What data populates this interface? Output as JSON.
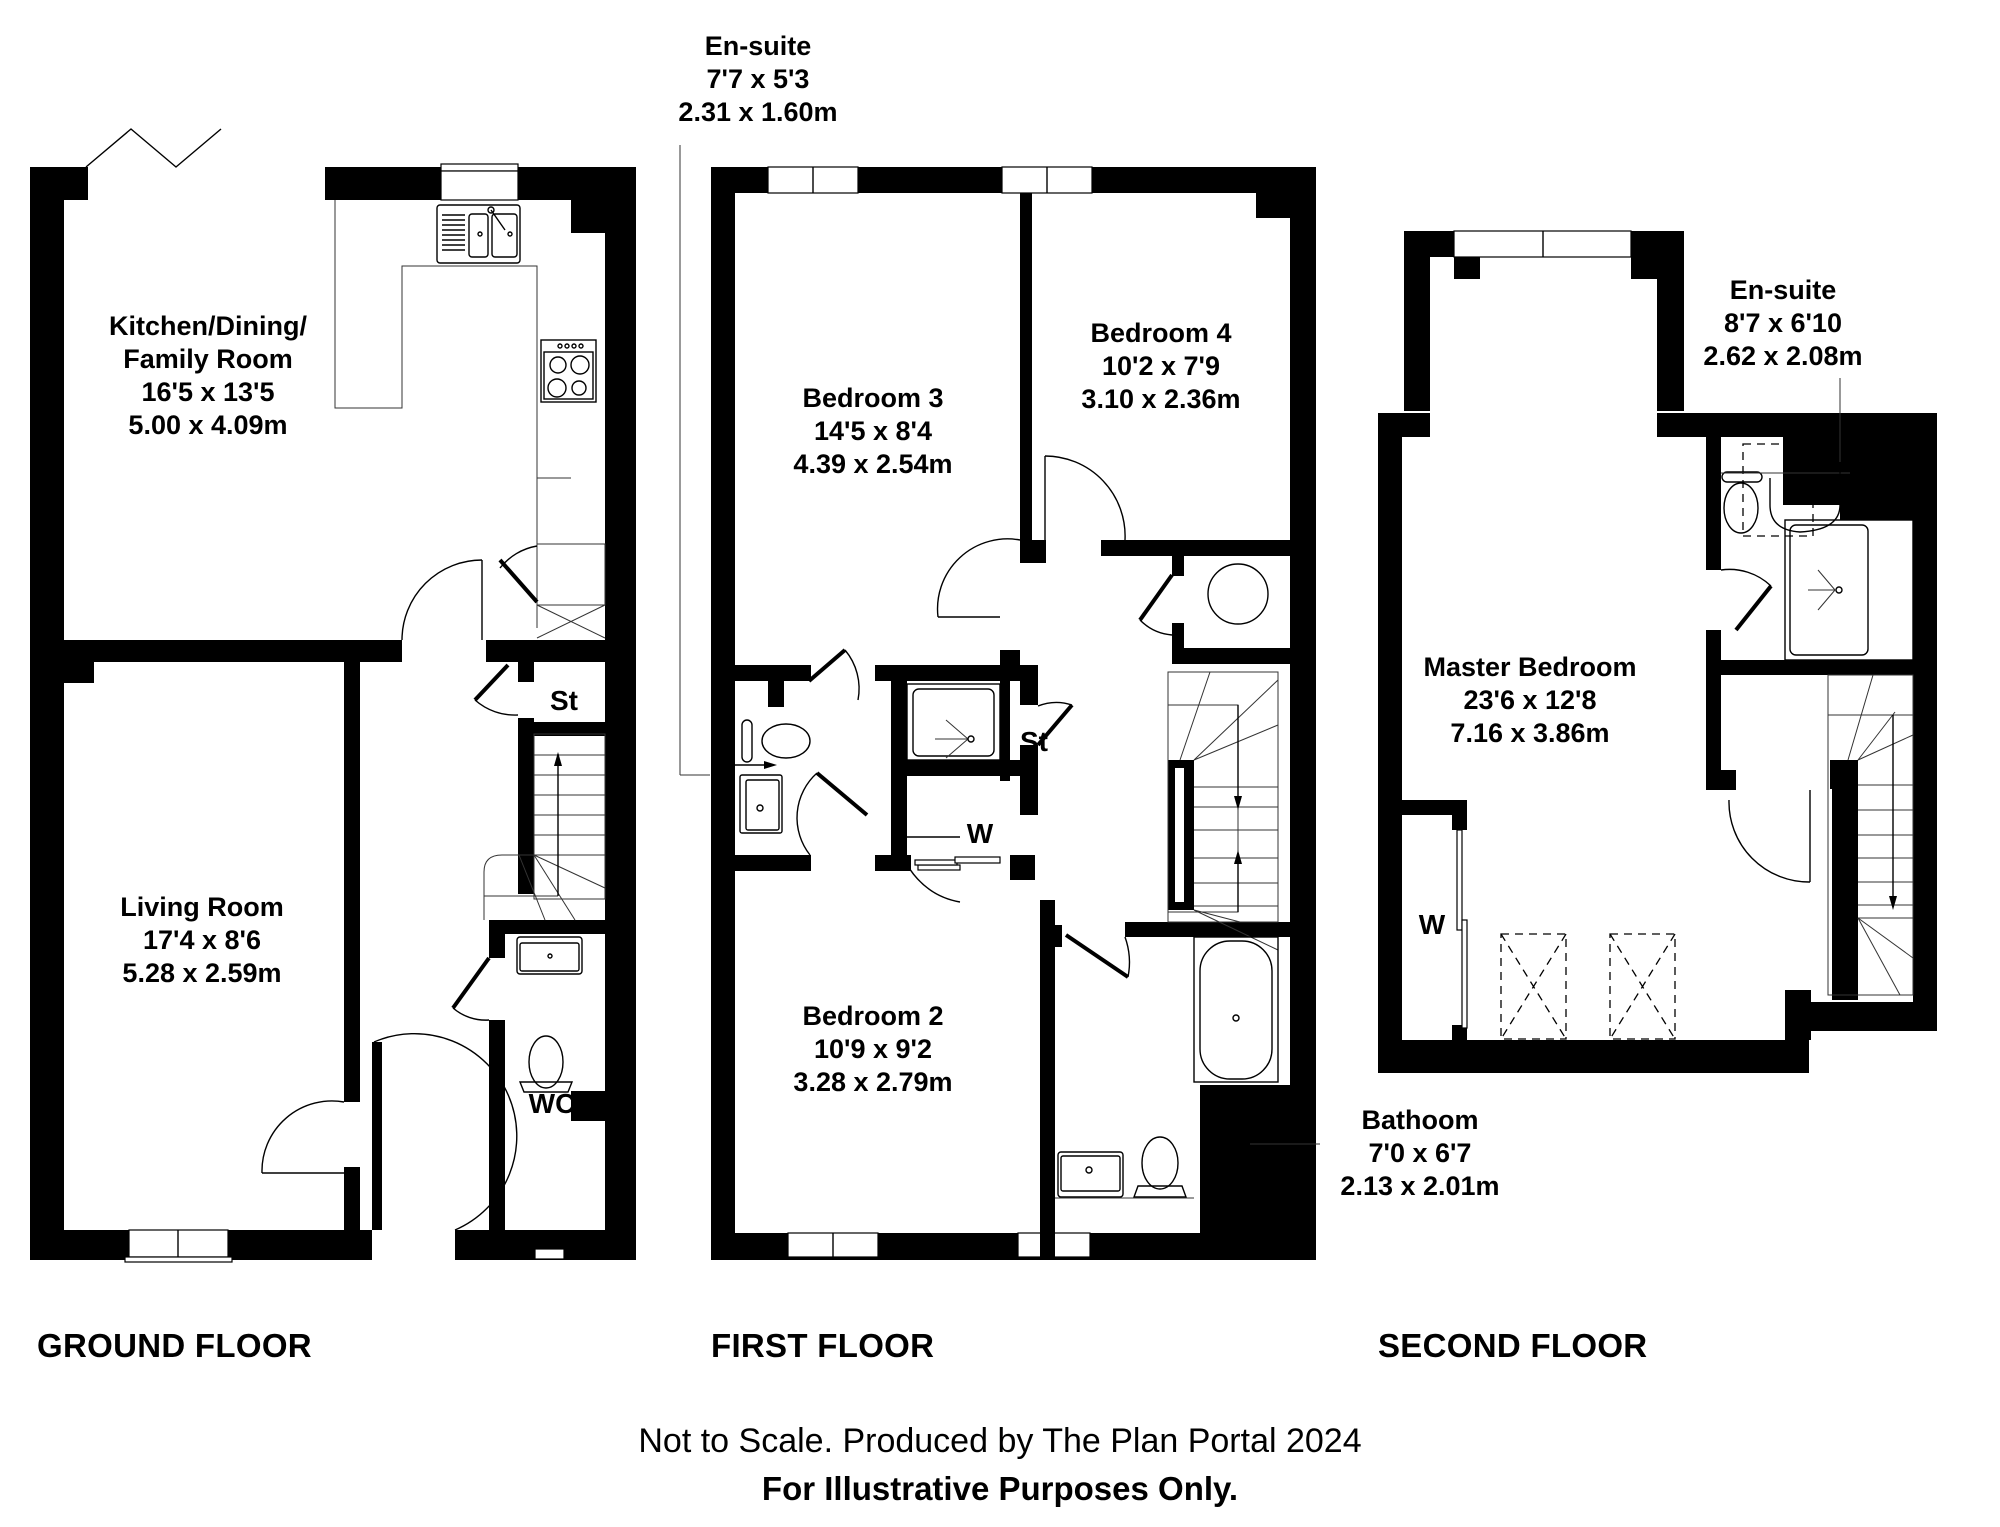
{
  "plan": {
    "floors": [
      {
        "title": "GROUND FLOOR",
        "rooms": [
          {
            "name": "Kitchen/Dining/",
            "name2": "Family Room",
            "imperial": "16'5 x 13'5",
            "metric": "5.00 x 4.09m"
          },
          {
            "name": "Living Room",
            "imperial": "17'4 x 8'6",
            "metric": "5.28 x 2.59m"
          }
        ],
        "tags": {
          "store": "St",
          "wc": "WC"
        }
      },
      {
        "title": "FIRST FLOOR",
        "rooms": [
          {
            "name": "En-suite",
            "imperial": "7'7 x 5'3",
            "metric": "2.31 x 1.60m"
          },
          {
            "name": "Bedroom 3",
            "imperial": "14'5 x 8'4",
            "metric": "4.39 x 2.54m"
          },
          {
            "name": "Bedroom 4",
            "imperial": "10'2 x 7'9",
            "metric": "3.10 x 2.36m"
          },
          {
            "name": "Bedroom 2",
            "imperial": "10'9 x 9'2",
            "metric": "3.28 x 2.79m"
          },
          {
            "name": "Bathoom",
            "imperial": "7'0 x 6'7",
            "metric": "2.13 x 2.01m"
          }
        ],
        "tags": {
          "store": "St",
          "wardrobe": "W"
        }
      },
      {
        "title": "SECOND FLOOR",
        "rooms": [
          {
            "name": "Master Bedroom",
            "imperial": "23'6 x 12'8",
            "metric": "7.16 x 3.86m"
          },
          {
            "name": "En-suite",
            "imperial": "8'7 x 6'10",
            "metric": "2.62 x 2.08m"
          }
        ],
        "tags": {
          "wardrobe": "W"
        }
      }
    ],
    "footer": {
      "disclaimer": "Not to Scale. Produced by The Plan Portal 2024",
      "note": "For Illustrative Purposes Only."
    },
    "colors": {
      "wall": "#000000",
      "background": "#ffffff"
    }
  }
}
